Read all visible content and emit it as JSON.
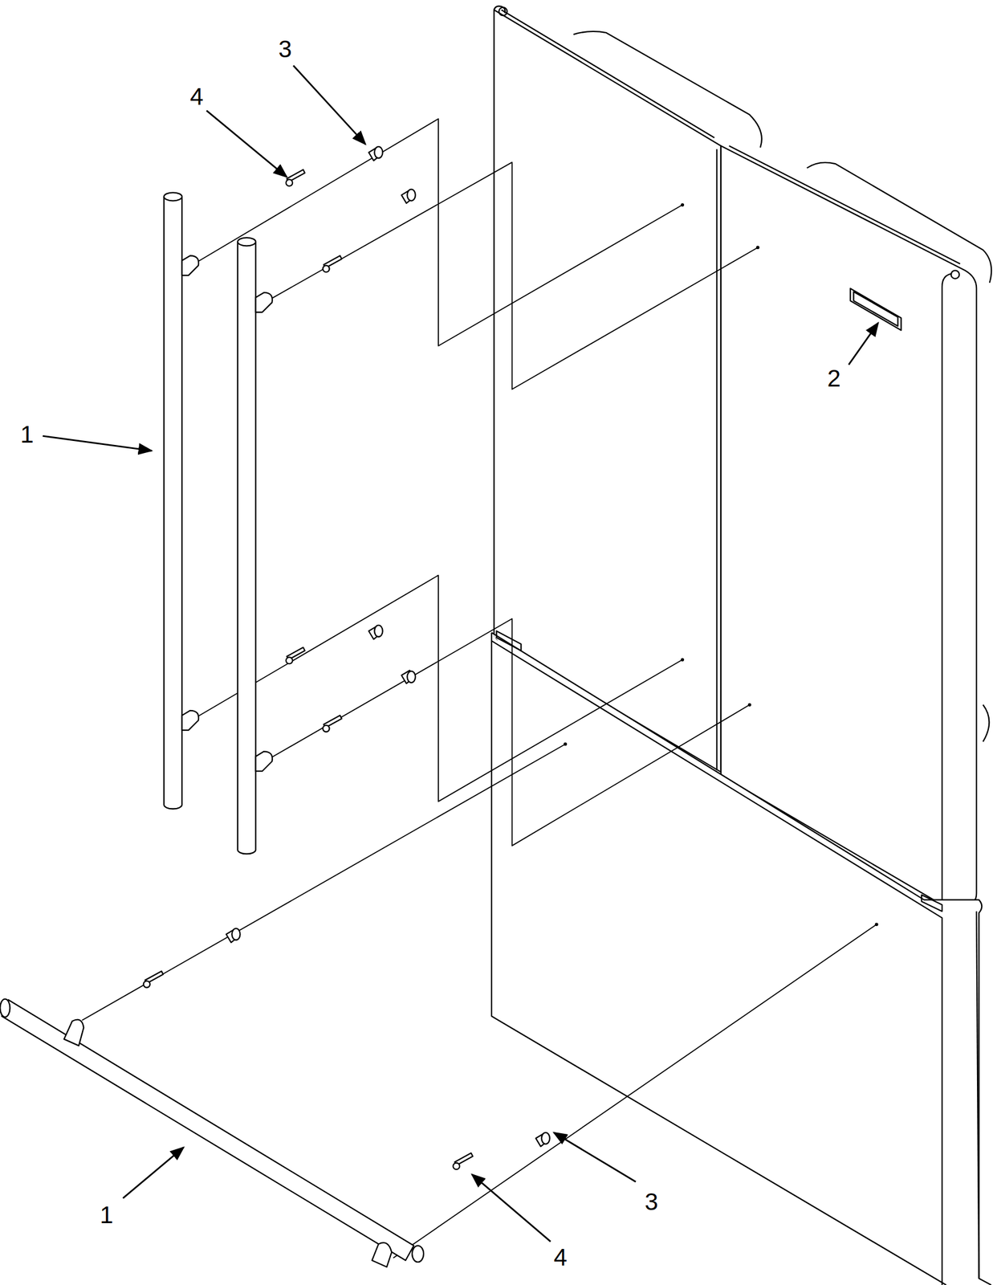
{
  "diagram": {
    "labels": [
      "3",
      "4",
      "1",
      "2",
      "1",
      "3",
      "4"
    ]
  }
}
